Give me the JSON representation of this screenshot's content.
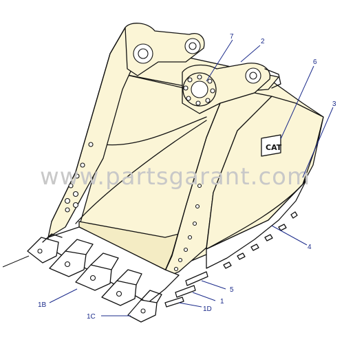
{
  "diagram": {
    "watermark": "www.partsgarant.com",
    "callouts": [
      {
        "id": "c7",
        "text": "7"
      },
      {
        "id": "c2",
        "text": "2"
      },
      {
        "id": "c6",
        "text": "6"
      },
      {
        "id": "c3",
        "text": "3"
      },
      {
        "id": "c4",
        "text": "4"
      },
      {
        "id": "c5",
        "text": "5"
      },
      {
        "id": "c1",
        "text": "1"
      },
      {
        "id": "c1d",
        "text": "1D"
      },
      {
        "id": "c1b",
        "text": "1B"
      },
      {
        "id": "c1c",
        "text": "1C"
      }
    ]
  },
  "colors": {
    "callout_text": "#1a2a8a",
    "body_fill": "#fbf5d6",
    "outline": "#111111",
    "watermark": "#c8c8c8"
  }
}
